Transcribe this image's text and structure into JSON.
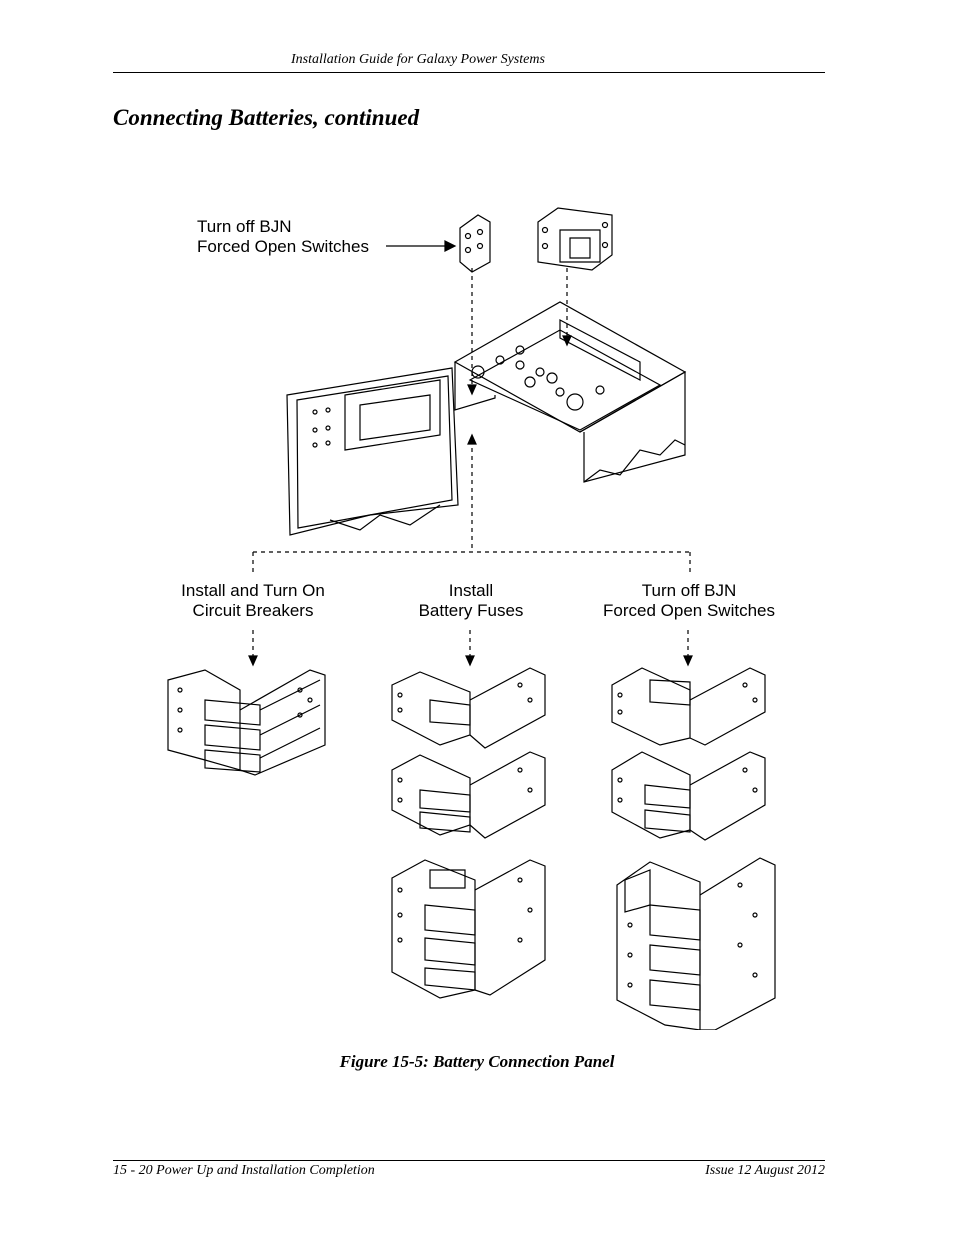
{
  "header": {
    "title": "Installation Guide for Galaxy Power Systems"
  },
  "section": {
    "title": "Connecting Batteries, continued"
  },
  "figure": {
    "callout_top": {
      "line1": "Turn off BJN",
      "line2": "Forced Open Switches"
    },
    "column_left": {
      "line1": "Install and Turn On",
      "line2": "Circuit Breakers"
    },
    "column_center": {
      "line1": "Install",
      "line2": "Battery Fuses"
    },
    "column_right": {
      "line1": "Turn off BJN",
      "line2": "Forced Open Switches"
    },
    "caption": "Figure 15-5: Battery Connection Panel"
  },
  "footer": {
    "left": "15 - 20  Power Up and Installation Completion",
    "right": "Issue 12 August 2012"
  }
}
